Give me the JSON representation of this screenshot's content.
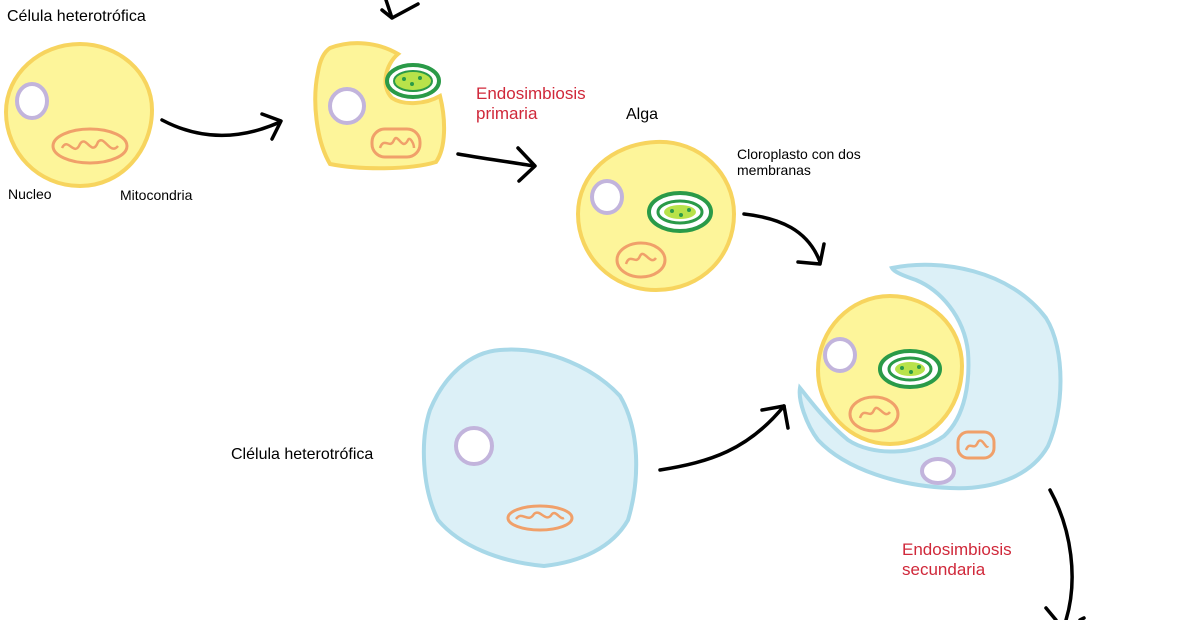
{
  "labels": {
    "celula_heterotrofica_top": "Célula heterotrófica",
    "nucleo": "Nucleo",
    "mitocondria": "Mitocondria",
    "endosimbiosis_primaria_line1": "Endosimbiosis",
    "endosimbiosis_primaria_line2": "primaria",
    "alga": "Alga",
    "cloroplasto_line1": "Cloroplasto con dos",
    "cloroplasto_line2": "membranas",
    "celula_heterotrofica_bottom": "Clélula heterotrófica",
    "endosimbiosis_secundaria_line1": "Endosimbiosis",
    "endosimbiosis_secundaria_line2": "secundaria"
  },
  "colors": {
    "yellow_fill": "#fdf59a",
    "yellow_stroke": "#f7d45e",
    "blue_fill": "#dcf0f7",
    "blue_stroke": "#a8d8e8",
    "nucleus_stroke": "#c2b4dc",
    "mito_stroke": "#f0a06a",
    "chloro_dark": "#2a9a48",
    "chloro_light": "#b8e24a",
    "arrow": "#000000",
    "red_text": "#d0283a"
  }
}
